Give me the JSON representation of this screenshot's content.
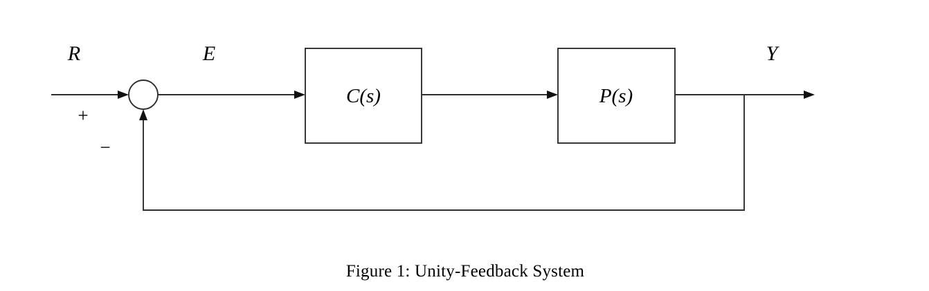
{
  "figure": {
    "caption": "Figure 1: Unity-Feedback System",
    "background_color": "#ffffff",
    "line_color": "#2e2e2e",
    "text_color": "#000000"
  },
  "signals": {
    "reference": "R",
    "error": "E",
    "output": "Y"
  },
  "summing_junction": {
    "positive_sign": "+",
    "negative_sign": "−",
    "shape": "circle"
  },
  "blocks": [
    {
      "id": "controller",
      "label": "C(s)"
    },
    {
      "id": "plant",
      "label": "P(s)"
    }
  ],
  "icons": {
    "arrow_right": "arrow-right-icon",
    "arrow_up": "arrow-up-icon",
    "junction_dot": "branch-junction-icon"
  }
}
